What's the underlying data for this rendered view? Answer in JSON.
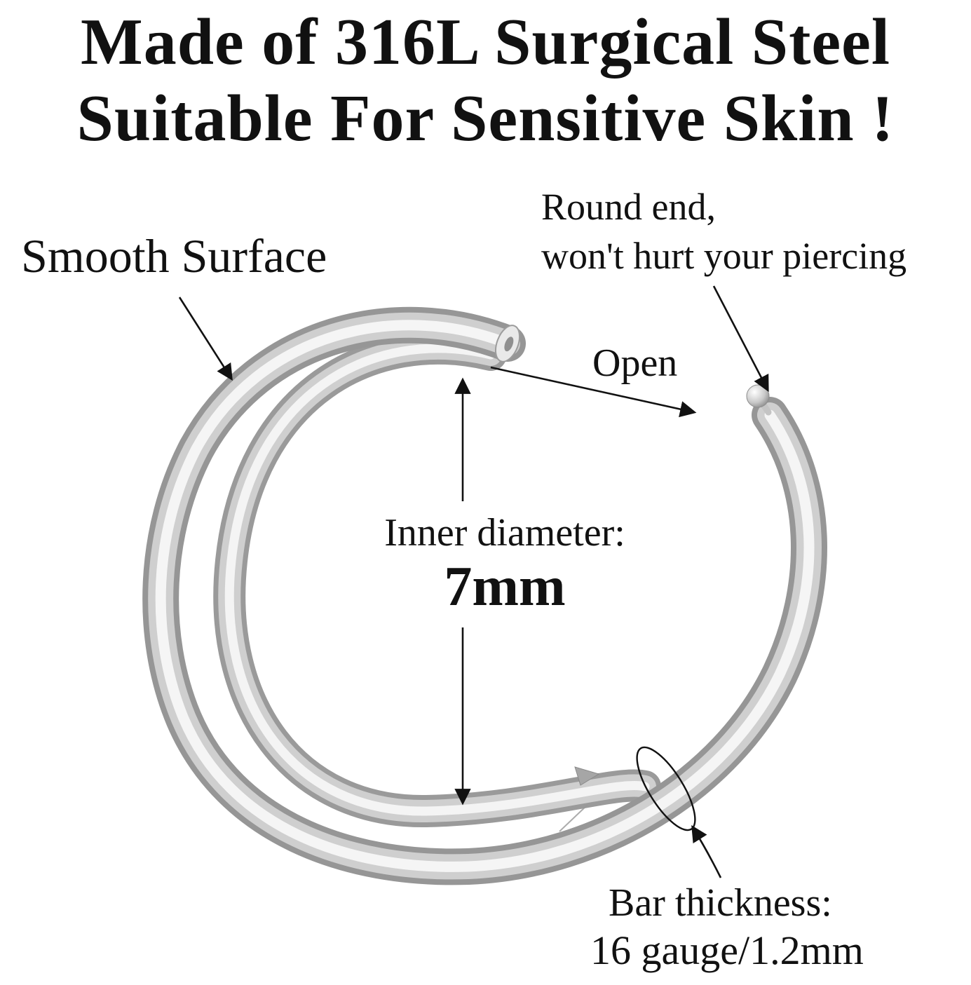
{
  "title": {
    "line1": "Made of 316L Surgical Steel",
    "line2": "Suitable For Sensitive Skin !"
  },
  "annotations": {
    "smooth_surface": "Smooth Surface",
    "round_end": {
      "line1": "Round end,",
      "line2": "won't hurt your piercing"
    },
    "open": "Open",
    "inner_diameter": {
      "label": "Inner diameter:",
      "value": "7mm"
    },
    "bar_thickness": {
      "label": "Bar thickness:",
      "value": "16 gauge/1.2mm"
    }
  },
  "product_image": {
    "subject": "double-hoop-segment-piercing-ring",
    "features": [
      "flat-open-end",
      "round-ball-end",
      "double-hoop",
      "hinge-notch"
    ]
  },
  "colors": {
    "background": "#ffffff",
    "text": "#111111",
    "metal_base": "#9e9e9e",
    "metal_mid": "#d2d2d2",
    "metal_highlight": "#f5f5f5",
    "arrow": "#111111"
  }
}
